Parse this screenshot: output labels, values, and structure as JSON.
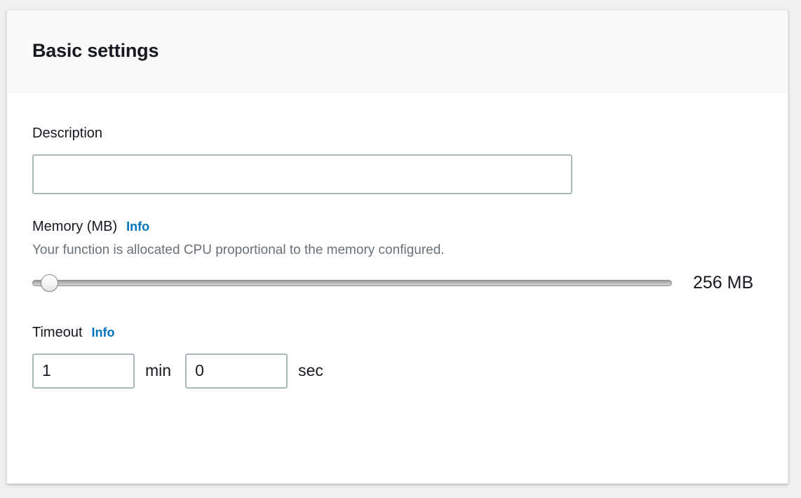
{
  "card": {
    "title": "Basic settings"
  },
  "description_field": {
    "label": "Description",
    "value": "",
    "placeholder": ""
  },
  "memory_field": {
    "label": "Memory (MB)",
    "info_label": "Info",
    "hint": "Your function is allocated CPU proportional to the memory configured.",
    "value": 256,
    "value_display": "256 MB",
    "min": 128,
    "max": 10240,
    "step": 1
  },
  "timeout_field": {
    "label": "Timeout",
    "info_label": "Info",
    "minutes_value": "1",
    "minutes_unit": "min",
    "seconds_value": "0",
    "seconds_unit": "sec"
  },
  "colors": {
    "accent_link": "#0073bb",
    "text_primary": "#16191f",
    "text_secondary": "#687078",
    "input_border": "#aab7b8",
    "header_bg": "#fafafa",
    "page_bg": "#eff0f0"
  }
}
